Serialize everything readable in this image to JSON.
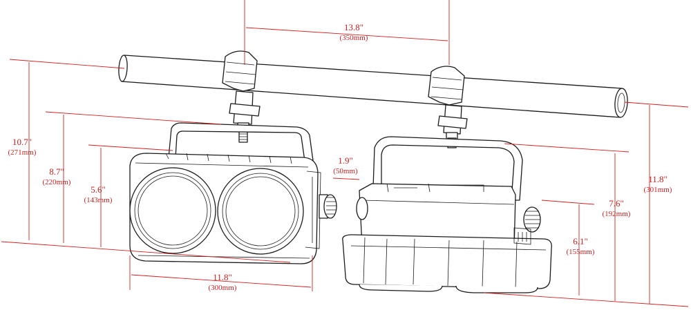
{
  "colors": {
    "dimension": "#cc2222",
    "ink": "#1a1a1a",
    "background": "#ffffff"
  },
  "dimensions": {
    "clamp_spacing": {
      "imperial": "13.8\"",
      "metric": "(350mm)"
    },
    "height_with_pipe": {
      "imperial": "10.7\"",
      "metric": "(271mm)"
    },
    "height_with_bracket": {
      "imperial": "8.7\"",
      "metric": "(220mm)"
    },
    "body_height": {
      "imperial": "5.6\"",
      "metric": "(143mm)"
    },
    "side_gap": {
      "imperial": "1.9\"",
      "metric": "(50mm)"
    },
    "front_width": {
      "imperial": "11.8\"",
      "metric": "(300mm)"
    },
    "overall_height_side": {
      "imperial": "11.8\"",
      "metric": "(301mm)"
    },
    "side_bracket_height": {
      "imperial": "7.6\"",
      "metric": "(192mm)"
    },
    "side_body_height": {
      "imperial": "6.1\"",
      "metric": "(155mm)"
    }
  }
}
